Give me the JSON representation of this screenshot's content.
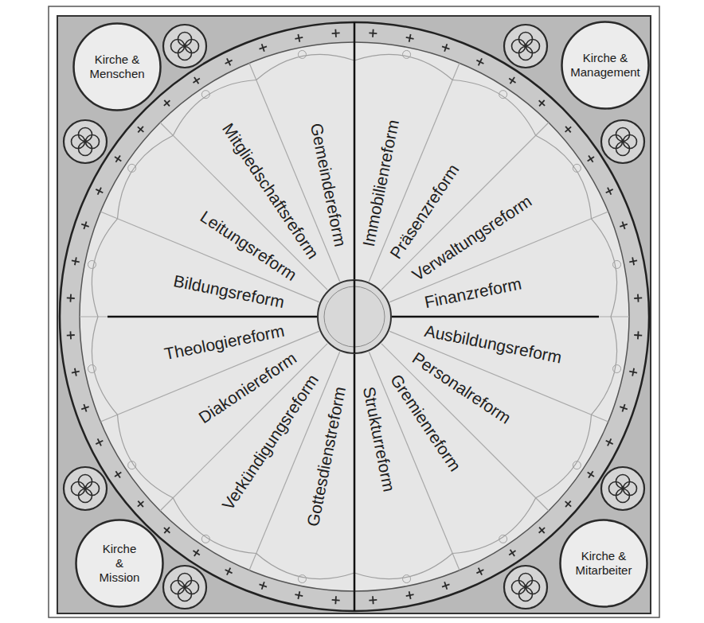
{
  "diagram": {
    "nodes": [
      {
        "text": [
          "Kirche & Menschen"
        ]
      },
      {
        "text": [
          "Kirche & Management"
        ]
      },
      {
        "text": [
          "Kirche & Mission"
        ]
      },
      {
        "text": [
          "Kirche & Mitarbeiter"
        ]
      }
    ],
    "labels": [
      "Gemeindereform",
      "Mitgliedschaftsreform",
      "Leitungsreform",
      "Bildungsreform",
      "Immobilienreform",
      "Präsenzreform",
      "Verwaltungsreform",
      "Finanzreform",
      "Theologiereform",
      "Diakoniereform",
      "Verkündigungsreform",
      "Gottesdienstreform",
      "Strukturreform",
      "Gremienreform",
      "Personalreform",
      "Ausbildungsreform"
    ]
  }
}
